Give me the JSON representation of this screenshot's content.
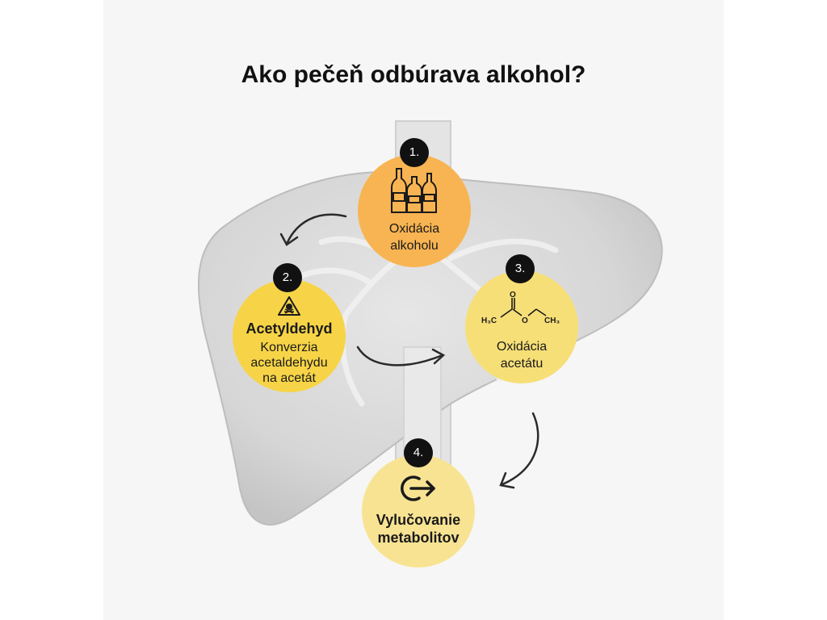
{
  "title": "Ako pečeň odbúrava alkohol?",
  "steps": [
    {
      "number": "1.",
      "label_lines": [
        "Oxidácia",
        "alkoholu"
      ],
      "icon": "bottles-icon",
      "color": "#f8b452"
    },
    {
      "number": "2.",
      "heading": "Acetyldehyd",
      "label_lines": [
        "Konverzia",
        "acetaldehydu",
        "na acetát"
      ],
      "icon": "hazard-skull-icon",
      "color": "#f7d447"
    },
    {
      "number": "3.",
      "label_lines": [
        "Oxidácia",
        "acetátu"
      ],
      "icon": "ethyl-acetate-structure-icon",
      "color": "#f7df78",
      "molecule": {
        "left_group": "H₃C",
        "oxygen_top": "O",
        "oxygen_mid": "O",
        "right_group": "CH₃"
      }
    },
    {
      "number": "4.",
      "heading_lines": [
        "Vylučovanie",
        "metabolitov"
      ],
      "icon": "exit-arrow-icon",
      "color": "#f8e393"
    }
  ]
}
